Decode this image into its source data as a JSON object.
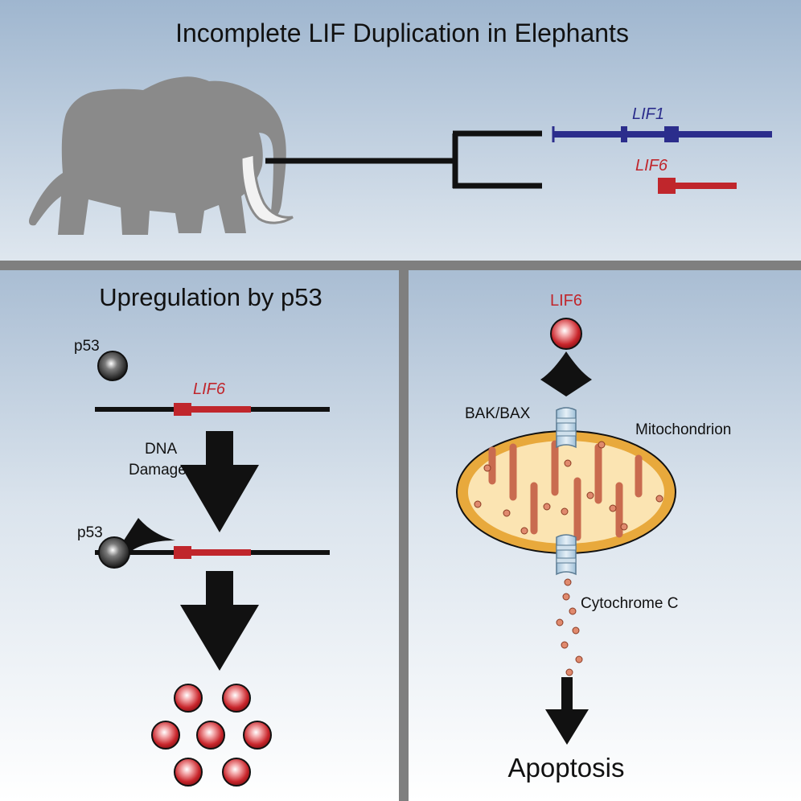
{
  "title": "Incomplete LIF Duplication in Elephants",
  "top_panel": {
    "gene_lif1": "LIF1",
    "gene_lif6": "LIF6"
  },
  "left_panel": {
    "title": "Upregulation by p53",
    "p53_label_top": "p53",
    "gene_label": "LIF6",
    "dna_label": "DNA",
    "damage_label": "Damage",
    "p53_label_bottom": "p53"
  },
  "right_panel": {
    "lif6_label": "LIF6",
    "bakbax_label": "BAK/BAX",
    "mito_label": "Mitochondrion",
    "cytc_label": "Cytochrome C",
    "apoptosis_label": "Apoptosis"
  },
  "colors": {
    "blue_gene": "#2b2d8c",
    "red_gene": "#c0262c",
    "elephant": "#8a8a8a",
    "divider": "#7f7f7f",
    "mito_outer": "#e8a93c",
    "mito_inner": "#fbe4b2",
    "cristae": "#c96b4f"
  },
  "icons": {
    "elephant": "elephant-icon",
    "protein": "sphere-icon",
    "channel": "channel-icon"
  }
}
